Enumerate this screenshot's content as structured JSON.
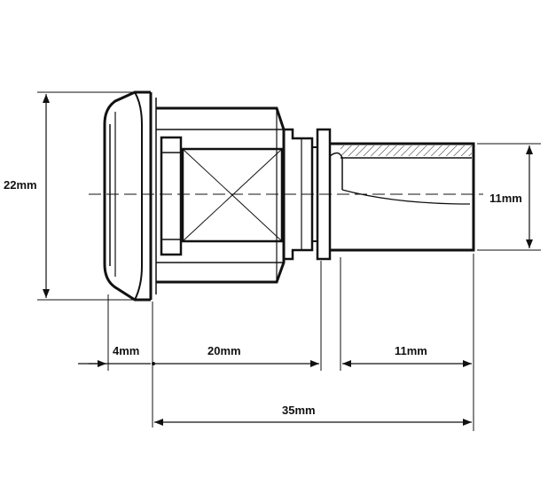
{
  "dimensions": {
    "height_total": "22mm",
    "height_shaft": "11mm",
    "flange_width": "4mm",
    "body_length": "20mm",
    "shaft_length": "11mm",
    "total_length": "35mm"
  },
  "colors": {
    "line": "#111111",
    "background": "#ffffff"
  }
}
